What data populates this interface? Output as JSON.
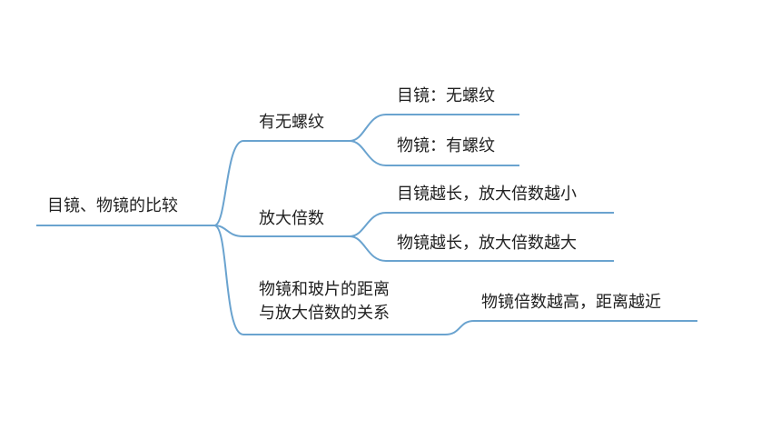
{
  "mindmap": {
    "root": "目镜、物镜的比较",
    "branches": [
      {
        "label": "有无螺纹",
        "children": [
          "目镜：无螺纹",
          "物镜：有螺纹"
        ]
      },
      {
        "label": "放大倍数",
        "children": [
          "目镜越长，放大倍数越小",
          "物镜越长，放大倍数越大"
        ]
      },
      {
        "label_lines": [
          "物镜和玻片的距离",
          "与放大倍数的关系"
        ],
        "children": [
          "物镜倍数越高，距离越近"
        ]
      }
    ]
  },
  "colors": {
    "line": "#6aa3cf",
    "text": "#222222",
    "background": "#ffffff"
  }
}
